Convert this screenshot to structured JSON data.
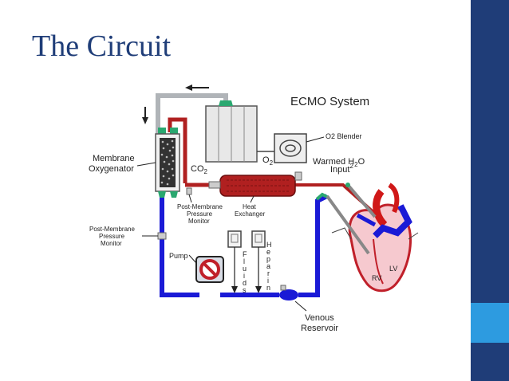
{
  "slide": {
    "title": "The Circuit",
    "colors": {
      "title": "#1f3d78",
      "sidebar": "#1f3d78",
      "sidebar_accent": "#2d9be0",
      "arterial_line": "#b02020",
      "venous_line": "#1a1ad6",
      "gas_line": "#b0b4b8",
      "connector": "#2aa870"
    }
  },
  "diagram": {
    "heading": "ECMO System",
    "labels": {
      "membrane_oxygenator_1": "Membrane",
      "membrane_oxygenator_2": "Oxygenator",
      "co2": "CO",
      "co2_sub": "2",
      "o2": "O",
      "o2_sub": "2",
      "o2_blender": "O2 Blender",
      "warmed_h2o_1": "Warmed H",
      "warmed_h2o_sub": "2",
      "warmed_h2o_2": "O",
      "input_1": "Input",
      "input_sub": "2",
      "post_membrane_monitor_a_1": "Post-Membrane",
      "post_membrane_monitor_a_2": "Pressure",
      "post_membrane_monitor_a_3": "Monitor",
      "heat_exchanger_1": "Heat",
      "heat_exchanger_2": "Exchanger",
      "post_membrane_monitor_b_1": "Post-Membrane",
      "post_membrane_monitor_b_2": "Pressure",
      "post_membrane_monitor_b_3": "Monitor",
      "pump": "Pump",
      "fluids_letters": [
        "F",
        "l",
        "u",
        "i",
        "d",
        "s"
      ],
      "heparin_letters": [
        "H",
        "e",
        "p",
        "a",
        "r",
        "i",
        "n"
      ],
      "venous_reservoir_1": "Venous",
      "venous_reservoir_2": "Reservoir",
      "rv": "RV",
      "lv": "LV"
    },
    "icons": [
      "flow-arrow-icon",
      "no-entry-pump-icon",
      "iv-bag-icon",
      "heart-icon"
    ]
  }
}
